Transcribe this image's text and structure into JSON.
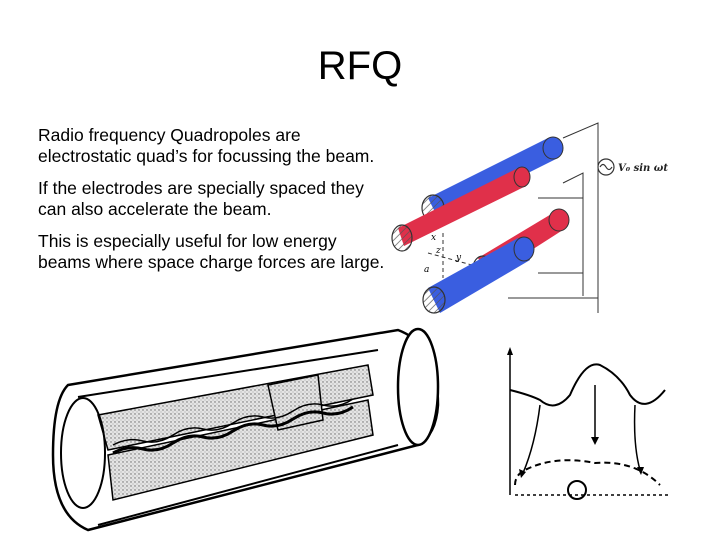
{
  "slide": {
    "title": "RFQ",
    "paragraphs": [
      "Radio frequency Quadropoles are electrostatic quad’s for focussing the beam.",
      "If the electrodes are specially spaced they can also accelerate the beam.",
      "This is especially useful for low energy beams where space charge forces are large."
    ]
  },
  "rod_figure": {
    "voltage_label": "V₀ sin ωt",
    "axis_labels": [
      "x",
      "y",
      "z",
      "a"
    ],
    "colors": {
      "positive": "#e0304a",
      "negative": "#3a5ee0"
    }
  },
  "icons": [
    "ac-source-icon"
  ]
}
